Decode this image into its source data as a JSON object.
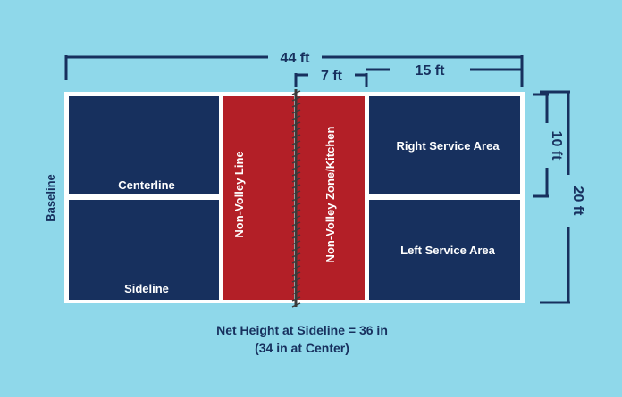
{
  "colors": {
    "background": "#8fd8ea",
    "court_dark": "#17305e",
    "kitchen_red": "#b31f27",
    "lines": "#ffffff",
    "annotation": "#17305e",
    "net": "#3a3a3a"
  },
  "dimensions": {
    "total_length": "44 ft",
    "kitchen_depth": "7 ft",
    "service_length": "15 ft",
    "half_width": "10 ft",
    "total_width": "20 ft"
  },
  "labels": {
    "baseline": "Baseline",
    "centerline": "Centerline",
    "sideline": "Sideline",
    "non_volley_line": "Non-Volley Line",
    "non_volley_zone": "Non-Volley Zone/Kitchen",
    "right_service_area": "Right Service Area",
    "left_service_area": "Left Service Area"
  },
  "net_note": {
    "line1": "Net Height at Sideline = 36 in",
    "line2": "(34 in at Center)"
  }
}
